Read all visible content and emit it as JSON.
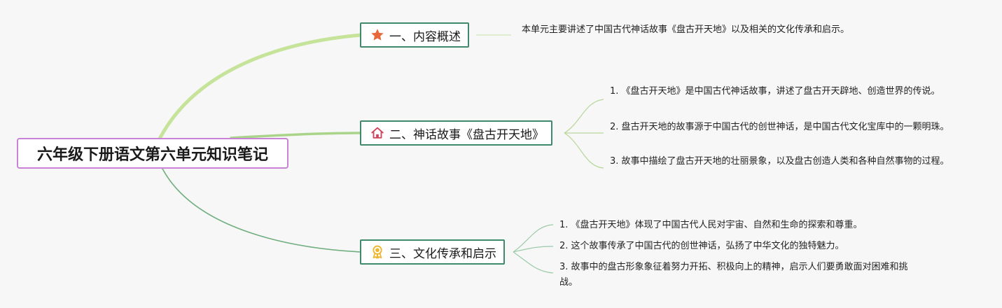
{
  "root": {
    "title": "六年级下册语文第六单元知识笔记"
  },
  "topics": [
    {
      "label": "一、内容概述",
      "icon": "star-icon",
      "notes": [
        "本单元主要讲述了中国古代神话故事《盘古开天地》以及相关的文化传承和启示。"
      ]
    },
    {
      "label": "二、神话故事《盘古开天地》",
      "icon": "house-icon",
      "notes": [
        "1. 《盘古开天地》是中国古代神话故事，讲述了盘古开天辟地、创造世界的传说。",
        "2. 盘古开天地的故事源于中国古代的创世神话，是中国古代文化宝库中的一颗明珠。",
        "3. 故事中描绘了盘古开天地的壮丽景象，以及盘古创造人类和各种自然事物的过程。"
      ]
    },
    {
      "label": "三、文化传承和启示",
      "icon": "award-icon",
      "notes": [
        "1. 《盘古开天地》体现了中国古代人民对宇宙、自然和生命的探索和尊重。",
        "2. 这个故事传承了中国古代的创世神话，弘扬了中华文化的独特魅力。",
        "3. 故事中的盘古形象象征着努力开拓、积极向上的精神，启示人们要勇敢面对困难和挑战。"
      ]
    }
  ],
  "colors": {
    "branch1": "#c6e39a",
    "branch2": "#a9d48a",
    "branch3": "#6fae7e",
    "topic_border": "#3f8a6c",
    "root_border": "#c983d6",
    "star": "#e8683a",
    "house": "#d0405a",
    "award": "#f0b429"
  }
}
